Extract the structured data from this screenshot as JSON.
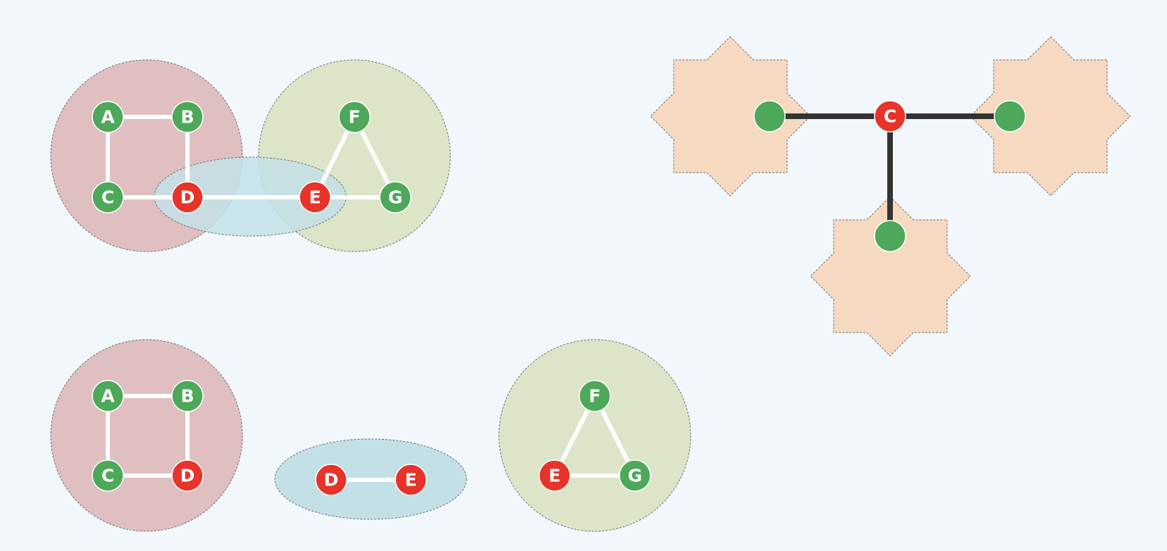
{
  "colors": {
    "background": "#f1f7fb",
    "region_square": "#e0bfc0",
    "region_triangle": "#dce5c8",
    "region_bridge": "#c3e0e7",
    "region_star": "#f6d9c1",
    "node_green": "#4da85a",
    "node_red": "#e8332a",
    "edge_light": "#ffffff",
    "edge_dark": "#333333"
  },
  "top_left": {
    "nodes": [
      {
        "id": "A",
        "label": "A",
        "kind": "green"
      },
      {
        "id": "B",
        "label": "B",
        "kind": "green"
      },
      {
        "id": "C",
        "label": "C",
        "kind": "green"
      },
      {
        "id": "D",
        "label": "D",
        "kind": "red"
      },
      {
        "id": "E",
        "label": "E",
        "kind": "red"
      },
      {
        "id": "F",
        "label": "F",
        "kind": "green"
      },
      {
        "id": "G",
        "label": "G",
        "kind": "green"
      }
    ],
    "edges": [
      [
        "A",
        "B"
      ],
      [
        "A",
        "C"
      ],
      [
        "B",
        "D"
      ],
      [
        "C",
        "D"
      ],
      [
        "D",
        "E"
      ],
      [
        "E",
        "F"
      ],
      [
        "F",
        "G"
      ],
      [
        "E",
        "G"
      ]
    ]
  },
  "bottom": {
    "nodes": [
      {
        "id": "A",
        "label": "A",
        "kind": "green"
      },
      {
        "id": "B",
        "label": "B",
        "kind": "green"
      },
      {
        "id": "C",
        "label": "C",
        "kind": "green"
      },
      {
        "id": "D1",
        "label": "D",
        "kind": "red"
      },
      {
        "id": "D2",
        "label": "D",
        "kind": "red"
      },
      {
        "id": "E2",
        "label": "E",
        "kind": "red"
      },
      {
        "id": "F",
        "label": "F",
        "kind": "green"
      },
      {
        "id": "E3",
        "label": "E",
        "kind": "red"
      },
      {
        "id": "G",
        "label": "G",
        "kind": "green"
      }
    ],
    "edges": [
      [
        "A",
        "B"
      ],
      [
        "A",
        "C"
      ],
      [
        "B",
        "D1"
      ],
      [
        "C",
        "D1"
      ],
      [
        "D2",
        "E2"
      ],
      [
        "F",
        "E3"
      ],
      [
        "F",
        "G"
      ],
      [
        "E3",
        "G"
      ]
    ]
  },
  "top_right": {
    "center": {
      "id": "C",
      "label": "C",
      "kind": "red"
    },
    "leaves": [
      {
        "id": "L1",
        "kind": "green"
      },
      {
        "id": "L2",
        "kind": "green"
      },
      {
        "id": "L3",
        "kind": "green"
      }
    ],
    "edges": [
      [
        "C",
        "L1"
      ],
      [
        "C",
        "L2"
      ],
      [
        "C",
        "L3"
      ]
    ]
  }
}
